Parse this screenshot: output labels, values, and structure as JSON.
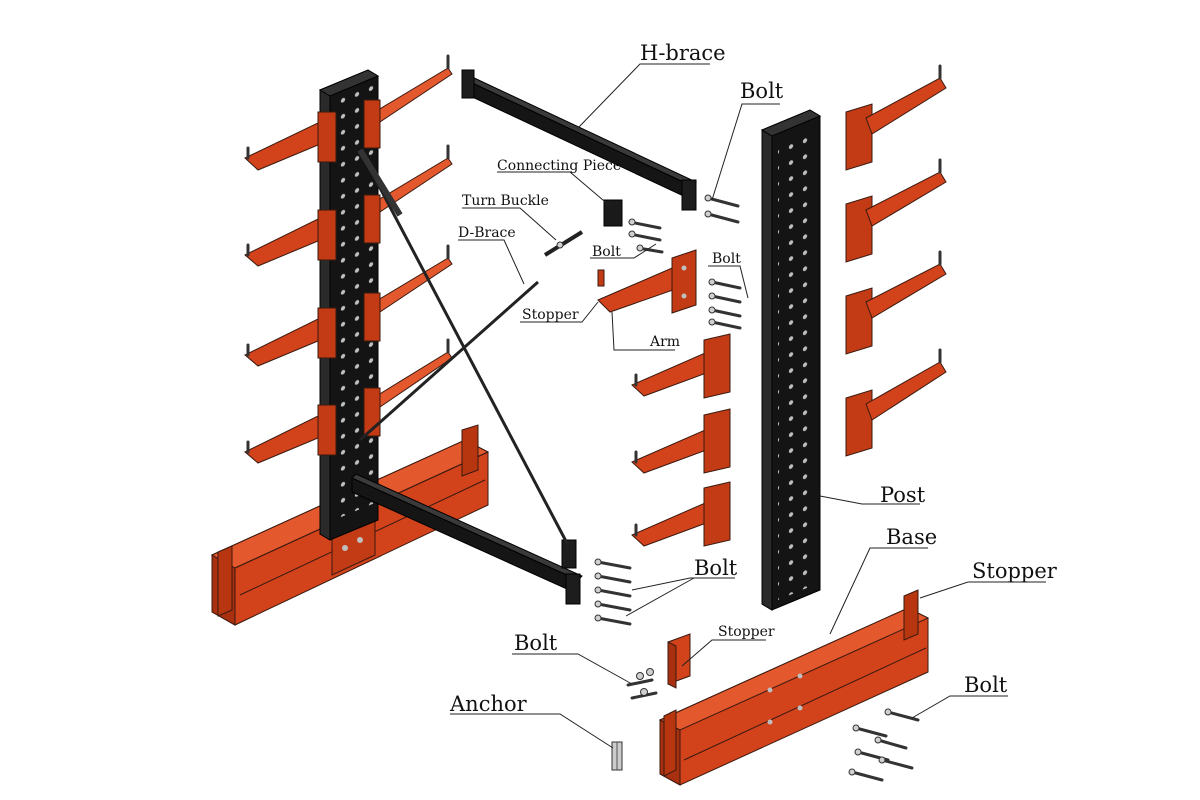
{
  "colors": {
    "steel_red": "#d2421b",
    "steel_red_dark": "#a8300f",
    "post_black": "#141414",
    "leader_line": "#222222"
  },
  "labels": {
    "h_brace": "H-brace",
    "bolt_top": "Bolt",
    "connecting_piece": "Connecting Piece",
    "turn_buckle": "Turn Buckle",
    "d_brace": "D-Brace",
    "bolt_mid": "Bolt",
    "bolt_right": "Bolt",
    "stopper_arm": "Stopper",
    "arm": "Arm",
    "post": "Post",
    "base": "Base",
    "stopper_right": "Stopper",
    "bolt_lower": "Bolt",
    "stopper_small": "Stopper",
    "bolt_left": "Bolt",
    "anchor": "Anchor",
    "bolt_bottom": "Bolt"
  }
}
